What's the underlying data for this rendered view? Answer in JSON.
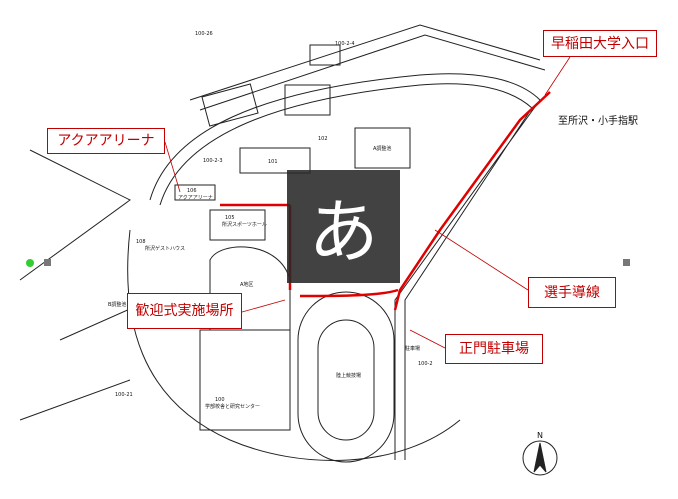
{
  "callouts": {
    "entrance": "早稲田大学入口",
    "aqua": "アクアアリーナ",
    "ceremony": "歓迎式実施場所",
    "route": "選手導線",
    "parking": "正門駐車場"
  },
  "direction_text": "至所沢・小手指駅",
  "stamp_char": "あ",
  "map_labels": {
    "b100_26": "100-26",
    "b100_2_4": "100-2-4",
    "b102": "102",
    "b101": "101",
    "pond_a": "A調整池",
    "b100_2_3": "100-2-3",
    "b106": "106",
    "b106_name": "アクアアリーナ",
    "b105": "105",
    "b105_name": "所沢スポーツホール",
    "b108": "108",
    "b108_name": "所沢ゲストハウス",
    "area_a": "A地区",
    "pond_b": "B調整池",
    "parking": "駐車場",
    "b100_2": "100-2",
    "stadium": "陸上競技場",
    "b100_21": "100-21",
    "b100": "100",
    "b100_name": "学部校舎と研究センター",
    "north": "N"
  },
  "colors": {
    "route": "#e00000",
    "callout": "#c00000"
  }
}
